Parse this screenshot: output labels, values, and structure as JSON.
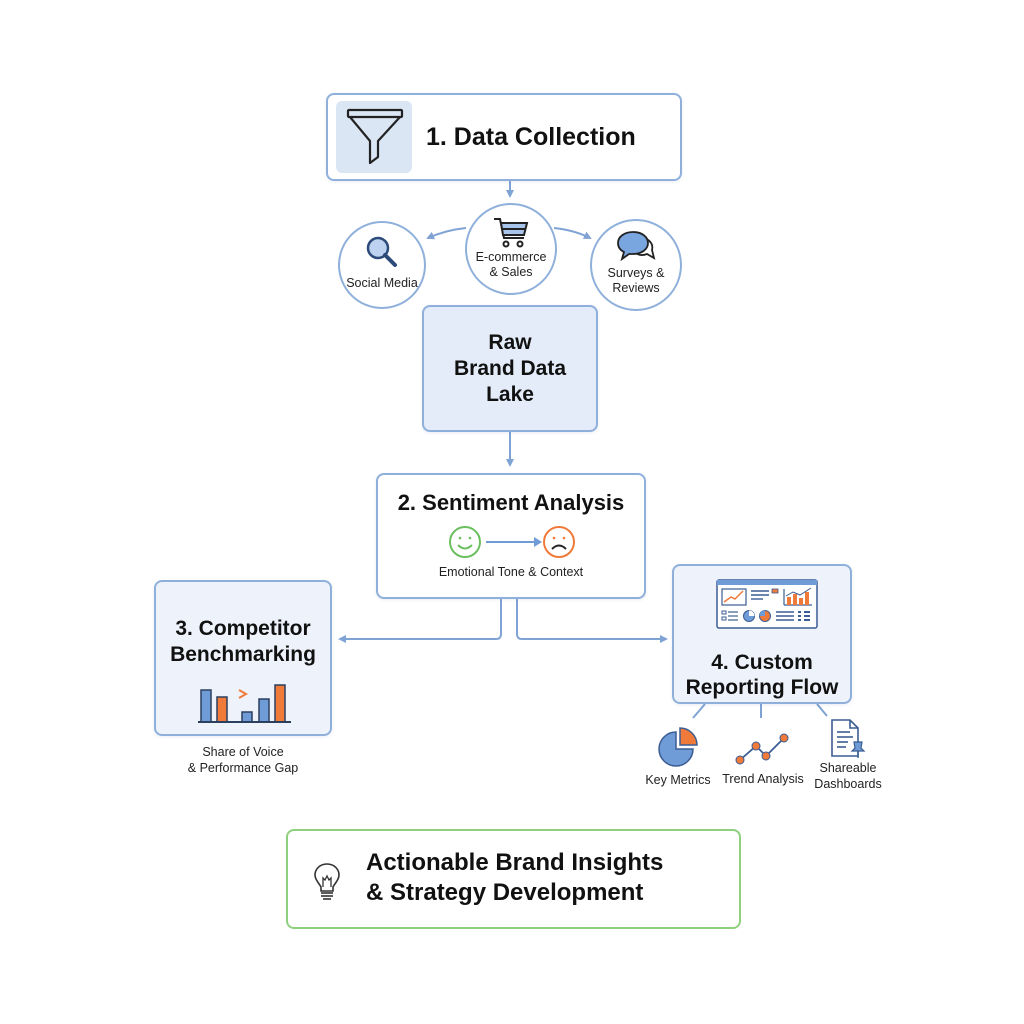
{
  "colors": {
    "border_blue": "#8fb0db",
    "line_blue": "#7fa3d4",
    "fill_blue": "#e3ecf8",
    "icon_blue": "#5b8ed6",
    "accent_orange": "#f07a3a",
    "positive_green": "#6cbf5f",
    "final_border_green": "#8fd07e"
  },
  "step1": {
    "title": "1. Data Collection",
    "icon": "funnel-icon"
  },
  "sources": [
    {
      "label_line1": "Social Media",
      "label_line2": "",
      "icon": "magnifier-icon"
    },
    {
      "label_line1": "E-commerce",
      "label_line2": "& Sales",
      "icon": "shopping-cart-icon"
    },
    {
      "label_line1": "Surveys &",
      "label_line2": "Reviews",
      "icon": "chat-bubbles-icon"
    }
  ],
  "data_lake": {
    "line1": "Raw",
    "line2": "Brand Data",
    "line3": "Lake"
  },
  "step2": {
    "title": "2. Sentiment Analysis",
    "caption": "Emotional Tone & Context",
    "icons": [
      "happy-face-icon",
      "arrow-right-icon",
      "sad-face-icon"
    ]
  },
  "step3": {
    "title_line1": "3. Competitor",
    "title_line2": "Benchmarking",
    "caption_line1": "Share of Voice",
    "caption_line2": "& Performance Gap",
    "icon": "bar-chart-comparison-icon"
  },
  "step4": {
    "title_line1": "4. Custom",
    "title_line2": "Reporting Flow",
    "icon": "dashboard-icon",
    "outputs": [
      {
        "label_line1": "Key Metrics",
        "label_line2": "",
        "icon": "pie-chart-icon"
      },
      {
        "label_line1": "Trend Analysis",
        "label_line2": "",
        "icon": "line-trend-icon"
      },
      {
        "label_line1": "Shareable",
        "label_line2": "Dashboards",
        "icon": "document-pin-icon"
      }
    ]
  },
  "final": {
    "line1": "Actionable Brand Insights",
    "line2": "& Strategy Development",
    "icon": "lightbulb-icon"
  }
}
